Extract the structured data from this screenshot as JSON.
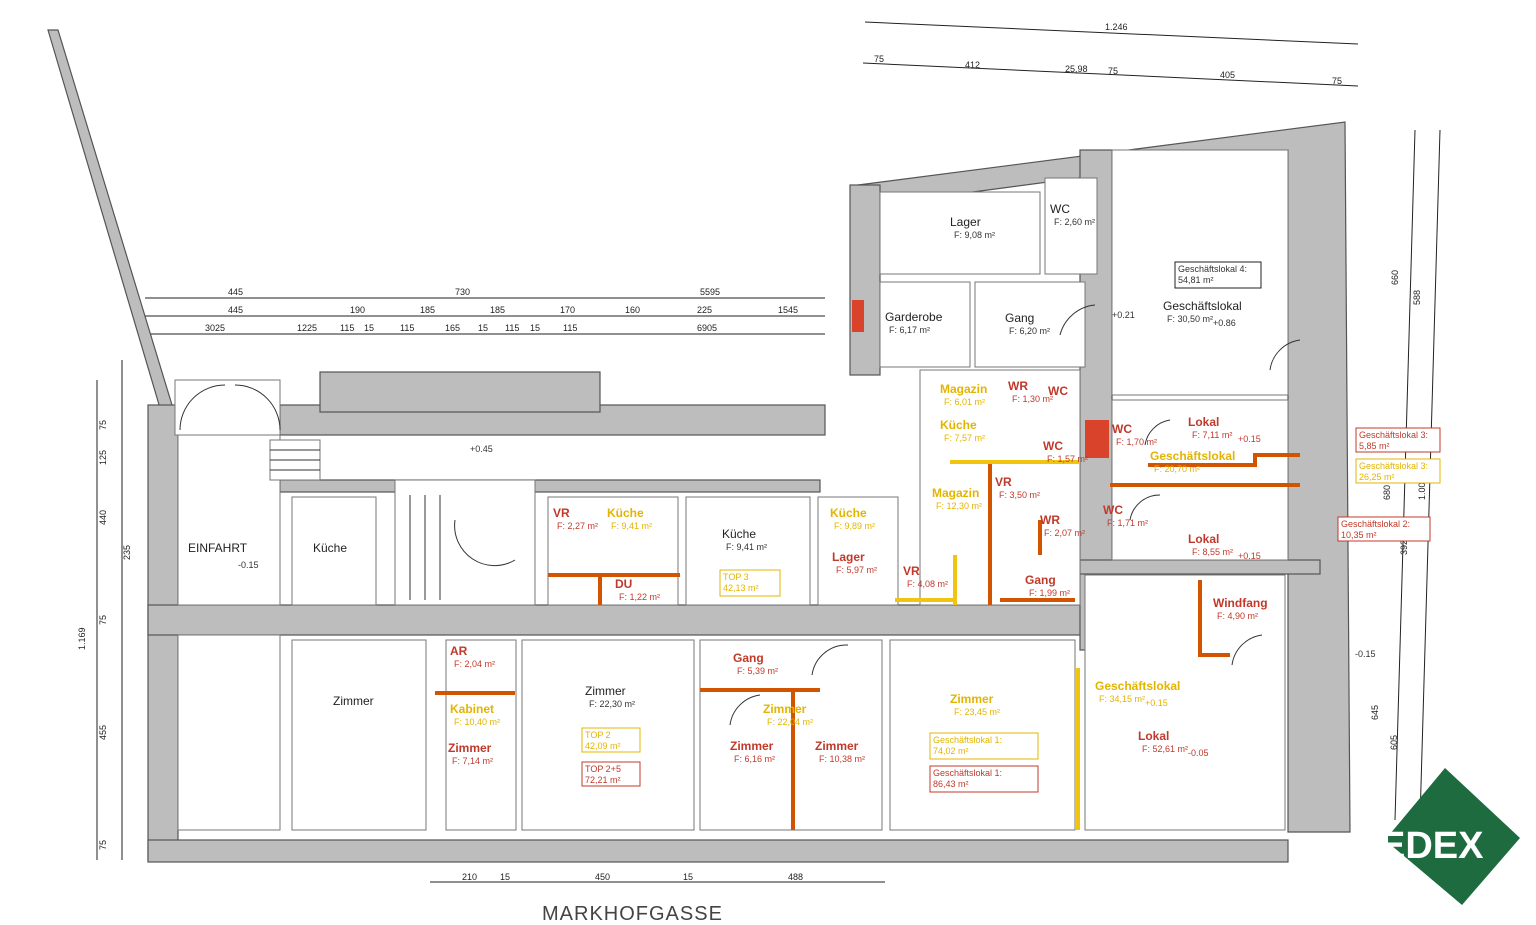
{
  "street_name": "MARKHOFGASSE",
  "logo": {
    "text": "EDEX",
    "color": "#1e6b40"
  },
  "colors": {
    "wall": "#bdbdbd",
    "red": "#c0392b",
    "orange": "#d35400",
    "yellow": "#e3b400"
  },
  "rooms": [
    {
      "id": "einfahrt",
      "name": "EINFAHRT",
      "area": "",
      "level": "-0.15",
      "color": "black"
    },
    {
      "id": "kueche-left",
      "name": "Küche",
      "area": "",
      "level": "",
      "color": "black"
    },
    {
      "id": "zimmer-1",
      "name": "Zimmer",
      "area": "",
      "level": "",
      "color": "black"
    },
    {
      "id": "vr-1",
      "name": "VR",
      "area": "F: 2,27 m²",
      "level": "",
      "color": "red"
    },
    {
      "id": "kueche-2",
      "name": "Küche",
      "area": "F: 9,41 m²",
      "level": "",
      "color": "yellow"
    },
    {
      "id": "du",
      "name": "DU",
      "area": "F: 1,22 m²",
      "level": "",
      "color": "red"
    },
    {
      "id": "kueche-3",
      "name": "Küche",
      "area": "F: 9,41 m²",
      "level": "",
      "color": "black"
    },
    {
      "id": "kueche-4",
      "name": "Küche",
      "area": "F: 9,89 m²",
      "level": "",
      "color": "yellow"
    },
    {
      "id": "lager-1",
      "name": "Lager",
      "area": "F: 5,97 m²",
      "level": "",
      "color": "red"
    },
    {
      "id": "vr-2",
      "name": "VR",
      "area": "F: 4,08 m²",
      "level": "",
      "color": "red"
    },
    {
      "id": "ar",
      "name": "AR",
      "area": "F: 2,04 m²",
      "level": "",
      "color": "red"
    },
    {
      "id": "kabinet",
      "name": "Kabinet",
      "area": "F: 10,40 m²",
      "level": "",
      "color": "yellow"
    },
    {
      "id": "zimmer-2",
      "name": "Zimmer",
      "area": "F: 7,14 m²",
      "level": "",
      "color": "red"
    },
    {
      "id": "zimmer-3",
      "name": "Zimmer",
      "area": "F: 22,30 m²",
      "level": "",
      "color": "black"
    },
    {
      "id": "gang-1",
      "name": "Gang",
      "area": "F: 5,39 m²",
      "level": "",
      "color": "red"
    },
    {
      "id": "zimmer-4",
      "name": "Zimmer",
      "area": "F: 22,04 m²",
      "level": "",
      "color": "yellow"
    },
    {
      "id": "zimmer-5",
      "name": "Zimmer",
      "area": "F: 6,16 m²",
      "level": "",
      "color": "red"
    },
    {
      "id": "zimmer-6",
      "name": "Zimmer",
      "area": "F: 10,38 m²",
      "level": "",
      "color": "red"
    },
    {
      "id": "zimmer-7",
      "name": "Zimmer",
      "area": "F: 23,45 m²",
      "level": "",
      "color": "yellow"
    },
    {
      "id": "lager-2",
      "name": "Lager",
      "area": "F: 9,08 m²",
      "level": "",
      "color": "black"
    },
    {
      "id": "wc-1",
      "name": "WC",
      "area": "F: 2,60 m²",
      "level": "",
      "color": "black"
    },
    {
      "id": "garderobe",
      "name": "Garderobe",
      "area": "F: 6,17 m²",
      "level": "",
      "color": "black"
    },
    {
      "id": "gang-2",
      "name": "Gang",
      "area": "F: 6,20 m²",
      "level": "",
      "color": "black"
    },
    {
      "id": "geschaeftslokal-top",
      "name": "Geschäftslokal",
      "area": "F: 30,50 m²",
      "level": "+0.86",
      "color": "black"
    },
    {
      "id": "magazin-1",
      "name": "Magazin",
      "area": "F: 6,01 m²",
      "level": "",
      "color": "yellow"
    },
    {
      "id": "wr-1",
      "name": "WR",
      "area": "F: 1,30 m²",
      "level": "",
      "color": "red"
    },
    {
      "id": "wc-2",
      "name": "WC",
      "area": "",
      "level": "",
      "color": "red"
    },
    {
      "id": "kueche-5",
      "name": "Küche",
      "area": "F: 7,57 m²",
      "level": "",
      "color": "yellow"
    },
    {
      "id": "wc-3",
      "name": "WC",
      "area": "F: 1,57 m²",
      "level": "",
      "color": "red"
    },
    {
      "id": "magazin-2",
      "name": "Magazin",
      "area": "F: 12,30 m²",
      "level": "",
      "color": "yellow"
    },
    {
      "id": "vr-3",
      "name": "VR",
      "area": "F: 3,50 m²",
      "level": "",
      "color": "red"
    },
    {
      "id": "wr-2",
      "name": "WR",
      "area": "F: 2,07 m²",
      "level": "",
      "color": "red"
    },
    {
      "id": "gang-3",
      "name": "Gang",
      "area": "F: 1,99 m²",
      "level": "",
      "color": "red"
    },
    {
      "id": "wc-4",
      "name": "WC",
      "area": "F: 1,70 m²",
      "level": "",
      "color": "red"
    },
    {
      "id": "lokal-1",
      "name": "Lokal",
      "area": "F: 7,11 m²",
      "level": "+0.15",
      "color": "red"
    },
    {
      "id": "geschaeftslokal-mid",
      "name": "Geschäftslokal",
      "area": "F: 20,70 m²",
      "level": "",
      "color": "yellow"
    },
    {
      "id": "wc-5",
      "name": "WC",
      "area": "F: 1,71 m²",
      "level": "",
      "color": "red"
    },
    {
      "id": "lokal-2",
      "name": "Lokal",
      "area": "F: 8,55 m²",
      "level": "+0.15",
      "color": "red"
    },
    {
      "id": "windfang",
      "name": "Windfang",
      "area": "F: 4,90 m²",
      "level": "",
      "color": "red"
    },
    {
      "id": "geschaeftslokal-low",
      "name": "Geschäftslokal",
      "area": "F: 34,15 m²",
      "level": "+0.15",
      "color": "yellow"
    },
    {
      "id": "lokal-3",
      "name": "Lokal",
      "area": "F: 52,61 m²",
      "level": "-0.05",
      "color": "red"
    }
  ],
  "unit_boxes": [
    {
      "id": "top3",
      "text": "TOP 3\n42,13 m²",
      "color": "yellow"
    },
    {
      "id": "top2",
      "text": "TOP 2\n42,09 m²",
      "color": "yellow"
    },
    {
      "id": "top25",
      "text": "TOP 2+5\n72,21 m²",
      "color": "red"
    },
    {
      "id": "gl1a",
      "text": "Geschäftslokal 1:\n74,02 m²",
      "color": "yellow"
    },
    {
      "id": "gl1b",
      "text": "Geschäftslokal 1:\n86,43 m²",
      "color": "red"
    },
    {
      "id": "gl4",
      "text": "Geschäftslokal 4:\n54,81 m²",
      "color": "black"
    },
    {
      "id": "gl-r1",
      "text": "Geschäftslokal 3:\n5,85 m²",
      "color": "red"
    },
    {
      "id": "gl-r2",
      "text": "Geschäftslokal 3:\n26,25 m²",
      "color": "yellow"
    },
    {
      "id": "gl2",
      "text": "Geschäftslokal 2:\n10,35 m²",
      "color": "red"
    }
  ],
  "levels": {
    "stair_hall": "+0.45",
    "right_entry": "-0.15",
    "lokal_center": "+0.21"
  },
  "dimensions": {
    "top_right_total": "1.246",
    "top_right_parts": [
      "75",
      "412",
      "25,98",
      "75",
      "405",
      "75"
    ],
    "mid_row1": [
      "445",
      "730",
      "5595"
    ],
    "mid_row2": [
      "445",
      "190",
      "185",
      "185",
      "170",
      "160",
      "225",
      "1545"
    ],
    "mid_row3": [
      "3025",
      "1225",
      "115",
      "15",
      "115",
      "165",
      "15",
      "115",
      "15",
      "115",
      "6905"
    ],
    "bottom": [
      "210",
      "15",
      "450",
      "15",
      "488"
    ],
    "left_vertical": [
      "75",
      "125",
      "440",
      "235",
      "75",
      "455",
      "75",
      "1.169"
    ],
    "right_vertical": [
      "660",
      "588",
      "680",
      "645",
      "605",
      "392",
      "1.006"
    ]
  }
}
